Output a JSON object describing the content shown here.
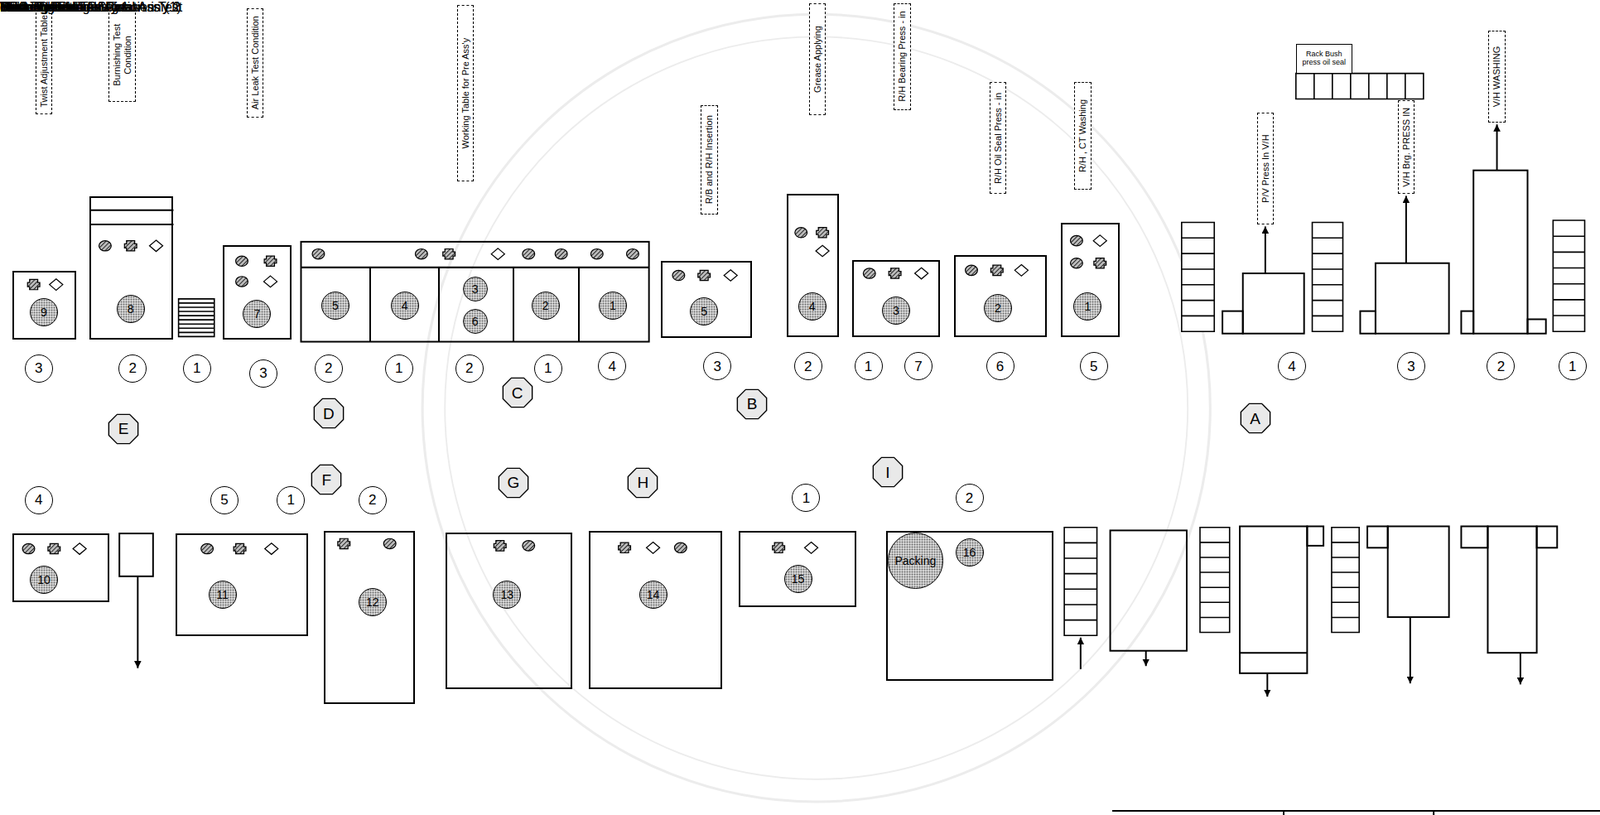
{
  "diagram": {
    "nodes": [
      {
        "text": [
          "Twist Adjustment Table"
        ]
      },
      {
        "text": [
          "Burnishing Test Condition"
        ]
      },
      {
        "text": [
          "Air Leak Test Condition"
        ]
      },
      {
        "text": [
          "Working Table for Pre Ass'y"
        ]
      },
      {
        "text": [
          "R/B and R/H Insertion"
        ]
      },
      {
        "text": [
          "Grease Applying"
        ]
      },
      {
        "text": [
          "R/H Bearing Press - in"
        ]
      },
      {
        "text": [
          "R/H Oil Seal Press - in"
        ]
      },
      {
        "text": [
          "R/H , CT Washing"
        ]
      },
      {
        "text": [
          "P/V Press In V/H"
        ]
      },
      {
        "text": [
          "Rack Bush press oil seal"
        ]
      },
      {
        "text": [
          "V/H Brg. PRESS IN"
        ]
      },
      {
        "text": [
          "V/H WASHING"
        ]
      },
      {
        "text": [
          "9"
        ]
      },
      {
        "text": [
          "8"
        ]
      },
      {
        "text": [
          "7"
        ]
      },
      {
        "text": [
          "5"
        ]
      },
      {
        "text": [
          "4"
        ]
      },
      {
        "text": [
          "3",
          "6"
        ]
      },
      {
        "text": [
          "2"
        ]
      },
      {
        "text": [
          "1"
        ]
      },
      {
        "text": [
          "5"
        ]
      },
      {
        "text": [
          "4"
        ]
      },
      {
        "text": [
          "3"
        ]
      },
      {
        "text": [
          "2"
        ]
      },
      {
        "text": [
          "1"
        ]
      },
      {
        "text": [
          "3"
        ]
      },
      {
        "text": [
          "2"
        ]
      },
      {
        "text": [
          "1"
        ]
      },
      {
        "text": [
          "3"
        ]
      },
      {
        "text": [
          "2"
        ]
      },
      {
        "text": [
          "1"
        ]
      },
      {
        "text": [
          "2"
        ]
      },
      {
        "text": [
          "1"
        ]
      },
      {
        "text": [
          "4"
        ]
      },
      {
        "text": [
          "3"
        ]
      },
      {
        "text": [
          "2"
        ]
      },
      {
        "text": [
          "1"
        ]
      },
      {
        "text": [
          "7"
        ]
      },
      {
        "text": [
          "6"
        ]
      },
      {
        "text": [
          "5"
        ]
      },
      {
        "text": [
          "4"
        ]
      },
      {
        "text": [
          "3"
        ]
      },
      {
        "text": [
          "2"
        ]
      },
      {
        "text": [
          "1"
        ]
      },
      {
        "text": [
          "E"
        ]
      },
      {
        "text": [
          "D"
        ]
      },
      {
        "text": [
          "C"
        ]
      },
      {
        "text": [
          "B"
        ]
      },
      {
        "text": [
          "A"
        ]
      },
      {
        "text": [
          "F"
        ]
      },
      {
        "text": [
          "G"
        ]
      },
      {
        "text": [
          "H"
        ]
      },
      {
        "text": [
          "I"
        ]
      },
      {
        "text": [
          "4"
        ]
      },
      {
        "text": [
          "5"
        ]
      },
      {
        "text": [
          "1"
        ]
      },
      {
        "text": [
          "2"
        ]
      },
      {
        "text": [
          "1"
        ]
      },
      {
        "text": [
          "2"
        ]
      },
      {
        "text": [
          "10"
        ]
      },
      {
        "text": [
          "11"
        ]
      },
      {
        "text": [
          "12"
        ]
      },
      {
        "text": [
          "13"
        ]
      },
      {
        "text": [
          "14"
        ]
      },
      {
        "text": [
          "15"
        ]
      },
      {
        "text": [
          "16"
        ]
      },
      {
        "text": [
          "Packing"
        ],
        "in": 66
      },
      {
        "text": [
          "Forward/Reverse Rotation Test"
        ]
      },
      {
        "text": [
          "Marking Number"
        ]
      },
      {
        "text": [
          "ortional Load Test"
        ]
      },
      {
        "text": [
          "Table for Final Ass'y 1"
        ]
      },
      {
        "text": [
          "Working Table for Final Ass'y 1"
        ]
      },
      {
        "text": [
          "Working Table for Final Ass'y 2"
        ]
      },
      {
        "text": [
          "Rust Preventive Solution"
        ]
      },
      {
        "text": [
          "chute -in,out"
        ]
      },
      {
        "text": [
          "Mounting Rubber Press - in (1)"
        ]
      },
      {
        "text": [
          "Rack Bush Washing"
        ]
      },
      {
        "text": [
          "BRG. Press in P/V"
        ]
      },
      {
        "text": [
          "Collar Caulking"
        ]
      }
    ],
    "edges": [
      {
        "from": 13,
        "to": 0,
        "arrow": "to"
      },
      {
        "from": 14,
        "to": 1,
        "arrow": "none"
      },
      {
        "from": 15,
        "to": 2,
        "arrow": "to"
      },
      {
        "from": 18,
        "to": 3,
        "arrow": "to"
      },
      {
        "from": 21,
        "to": 4,
        "arrow": "to"
      },
      {
        "from": 22,
        "to": 5,
        "arrow": "to"
      },
      {
        "from": 23,
        "to": 6,
        "arrow": "to"
      },
      {
        "from": 24,
        "to": 7,
        "arrow": "to"
      },
      {
        "from": 25,
        "to": 8,
        "arrow": "to"
      },
      {
        "from": 44,
        "to": 43,
        "arrow": "to"
      },
      {
        "from": 43,
        "to": 42,
        "arrow": "to"
      },
      {
        "from": 42,
        "to": 41,
        "arrow": "to"
      },
      {
        "from": 41,
        "to": 40,
        "arrow": "to"
      },
      {
        "from": 40,
        "to": 39,
        "arrow": "to"
      },
      {
        "from": 39,
        "to": 38,
        "arrow": "to"
      },
      {
        "from": 37,
        "to": 36,
        "arrow": "to"
      },
      {
        "from": 36,
        "to": 35,
        "arrow": "to"
      },
      {
        "from": 35,
        "to": 34,
        "arrow": "to"
      },
      {
        "from": 34,
        "to": 44,
        "arrow": "to"
      },
      {
        "from": 37,
        "to": 58,
        "arrow": "to"
      },
      {
        "from": 58,
        "to": 59,
        "arrow": "to"
      },
      {
        "from": 59,
        "to": 37,
        "arrow": "to"
      },
      {
        "from": 33,
        "to": 32,
        "arrow": "to"
      },
      {
        "from": 32,
        "to": 33,
        "arrow": "to"
      },
      {
        "from": 31,
        "to": 30,
        "arrow": "to"
      },
      {
        "from": 30,
        "to": 29,
        "arrow": "to"
      },
      {
        "from": 29,
        "to": 31,
        "arrow": "to"
      },
      {
        "from": 28,
        "to": 27,
        "arrow": "to"
      },
      {
        "from": 27,
        "to": 26,
        "arrow": "to"
      },
      {
        "from": 26,
        "to": 54,
        "arrow": "to"
      },
      {
        "from": 54,
        "to": 55,
        "arrow": "to"
      },
      {
        "from": 55,
        "to": 28,
        "arrow": "to"
      },
      {
        "from": 56,
        "to": 57,
        "arrow": "to"
      },
      {
        "from": 57,
        "to": 56,
        "arrow": "to"
      },
      {
        "from": 60,
        "to": 68,
        "arrow": "to"
      },
      {
        "from": 61,
        "to": 70,
        "arrow": "to"
      },
      {
        "from": 62,
        "to": 71,
        "arrow": "to"
      },
      {
        "from": 63,
        "to": 72,
        "arrow": "to"
      },
      {
        "from": 64,
        "to": 73,
        "arrow": "to"
      },
      {
        "from": 65,
        "to": 74,
        "arrow": "to"
      }
    ]
  }
}
